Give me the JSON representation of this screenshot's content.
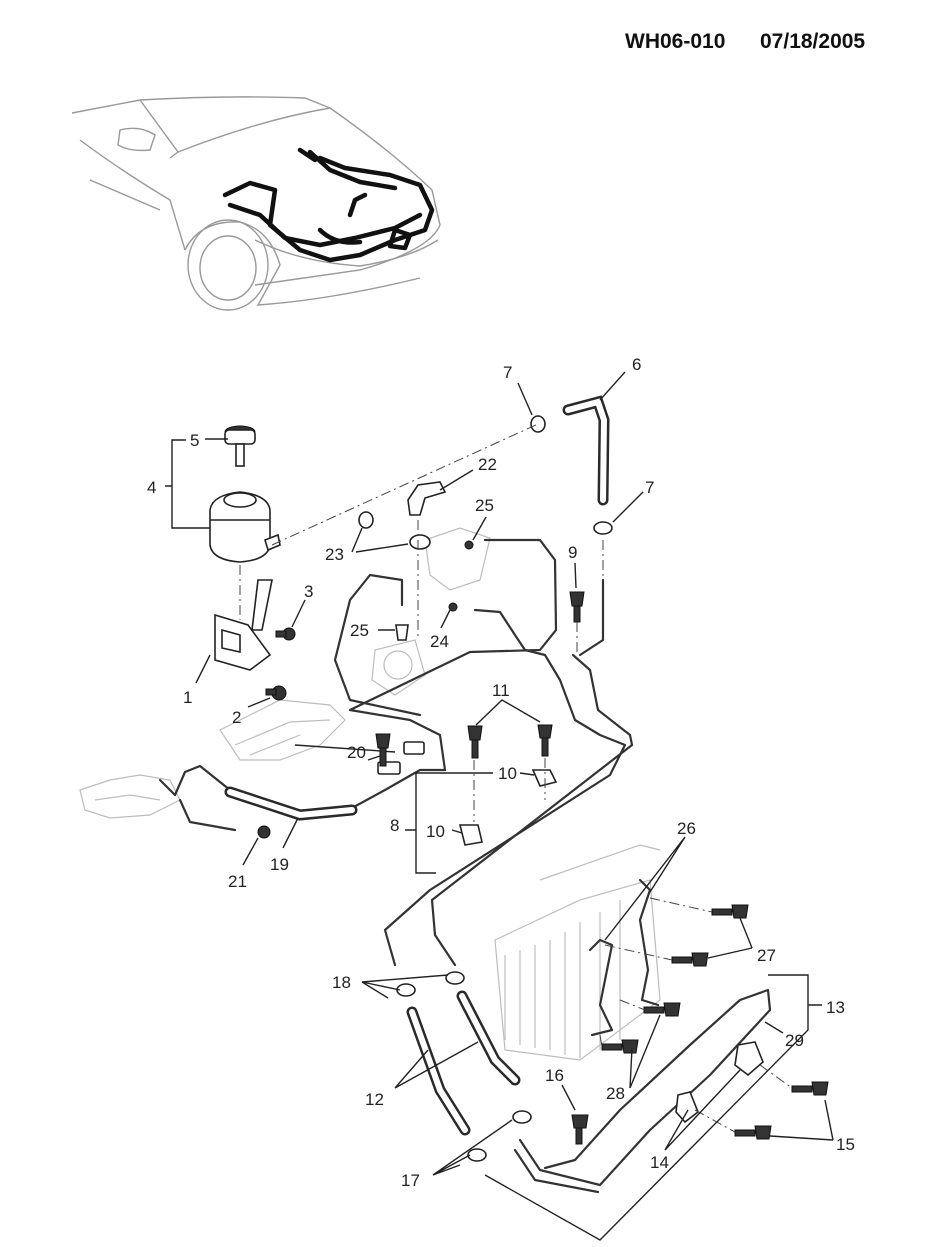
{
  "header": {
    "diagram_code": "WH06-010",
    "date": "07/18/2005"
  },
  "callouts": [
    {
      "id": "c1",
      "text": "1"
    },
    {
      "id": "c2",
      "text": "2"
    },
    {
      "id": "c3",
      "text": "3"
    },
    {
      "id": "c4",
      "text": "4"
    },
    {
      "id": "c5",
      "text": "5"
    },
    {
      "id": "c6",
      "text": "6"
    },
    {
      "id": "c7a",
      "text": "7"
    },
    {
      "id": "c7b",
      "text": "7"
    },
    {
      "id": "c8",
      "text": "8"
    },
    {
      "id": "c9",
      "text": "9"
    },
    {
      "id": "c10a",
      "text": "10"
    },
    {
      "id": "c10b",
      "text": "10"
    },
    {
      "id": "c11",
      "text": "11"
    },
    {
      "id": "c12",
      "text": "12"
    },
    {
      "id": "c13",
      "text": "13"
    },
    {
      "id": "c14",
      "text": "14"
    },
    {
      "id": "c15",
      "text": "15"
    },
    {
      "id": "c16",
      "text": "16"
    },
    {
      "id": "c17",
      "text": "17"
    },
    {
      "id": "c18",
      "text": "18"
    },
    {
      "id": "c19",
      "text": "19"
    },
    {
      "id": "c20",
      "text": "20"
    },
    {
      "id": "c21",
      "text": "21"
    },
    {
      "id": "c22",
      "text": "22"
    },
    {
      "id": "c23",
      "text": "23"
    },
    {
      "id": "c24",
      "text": "24"
    },
    {
      "id": "c25a",
      "text": "25"
    },
    {
      "id": "c25b",
      "text": "25"
    },
    {
      "id": "c26",
      "text": "26"
    },
    {
      "id": "c27",
      "text": "27"
    },
    {
      "id": "c28",
      "text": "28"
    },
    {
      "id": "c29",
      "text": "29"
    }
  ],
  "colors": {
    "ink": "#222222",
    "ghost": "#bdbdbd",
    "background": "#ffffff"
  }
}
